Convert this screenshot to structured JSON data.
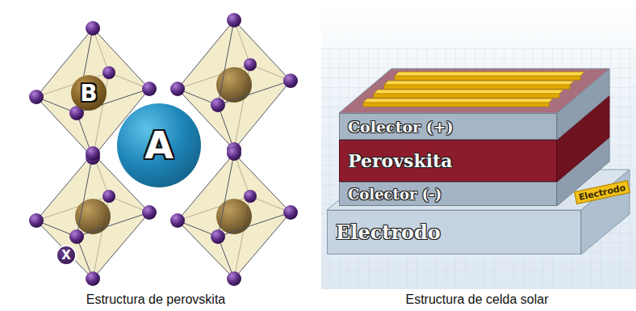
{
  "diagram": {
    "nodes": [
      {
        "text": [
          "B"
        ]
      },
      {
        "text": [
          "A"
        ]
      },
      {
        "text": [
          "X"
        ]
      },
      {
        "text": [
          "Colector (+)"
        ]
      },
      {
        "text": [
          "Perovskita"
        ]
      },
      {
        "text": [
          "Colector (-)"
        ]
      },
      {
        "text": [
          "Electrodo"
        ]
      },
      {
        "text": [
          "Electrodo"
        ]
      }
    ],
    "edges": [],
    "labels": [
      "Estructura de perovskita",
      "Estructura de celda solar"
    ]
  }
}
